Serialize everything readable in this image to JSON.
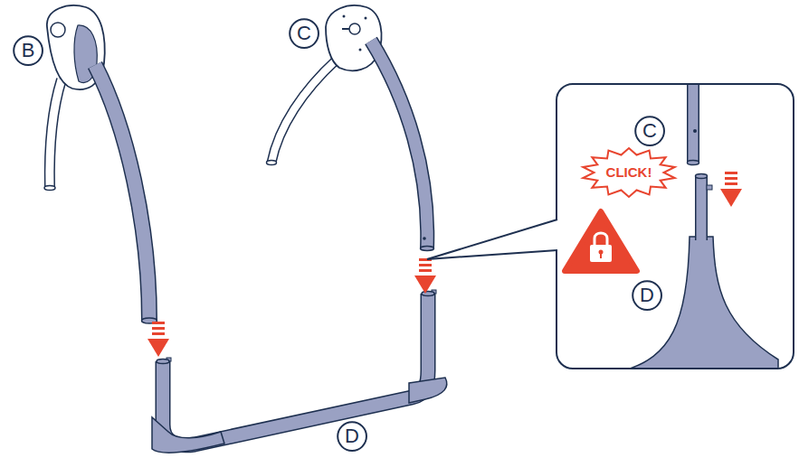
{
  "diagram": {
    "nodes": [
      {
        "text": [
          "B"
        ]
      },
      {
        "text": [
          "C"
        ]
      },
      {
        "text": [
          "C"
        ]
      },
      {
        "text": [
          "CLICK!"
        ]
      },
      {
        "text": [
          "D"
        ]
      },
      {
        "text": [
          "D"
        ]
      }
    ]
  }
}
